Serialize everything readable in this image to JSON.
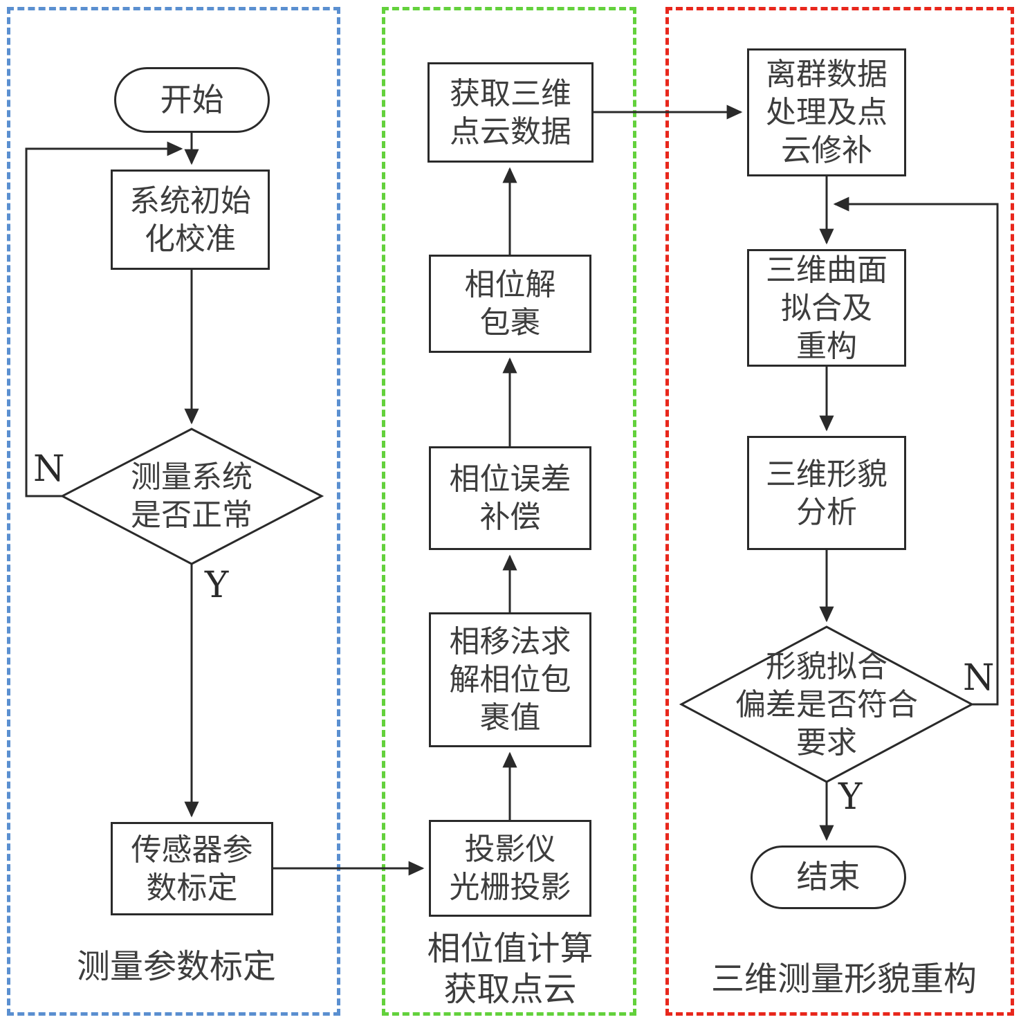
{
  "sections": {
    "calibration": {
      "label": "测量参数标定",
      "border_color": "#5a8fd0"
    },
    "phase": {
      "label_line1": "相位值计算",
      "label_line2": "获取点云",
      "border_color": "#63d13c"
    },
    "reconstruction": {
      "label": "三维测量形貌重构",
      "border_color": "#e8271c"
    }
  },
  "nodes": {
    "start": {
      "text": "开始"
    },
    "sys_init": {
      "line1": "系统初始",
      "line2": "化校准"
    },
    "measure_ok": {
      "line1": "测量系统",
      "line2": "是否正常"
    },
    "sensor_calib": {
      "line1": "传感器参",
      "line2": "数标定"
    },
    "projector": {
      "line1": "投影仪",
      "line2": "光栅投影"
    },
    "phase_shift": {
      "line1": "相移法求",
      "line2": "解相位包",
      "line3": "裹值"
    },
    "phase_error": {
      "line1": "相位误差",
      "line2": "补偿"
    },
    "phase_unwrap": {
      "line1": "相位解",
      "line2": "包裹"
    },
    "get_pointcloud": {
      "line1": "获取三维",
      "line2": "点云数据"
    },
    "outlier": {
      "line1": "离群数据",
      "line2": "处理及点",
      "line3": "云修补"
    },
    "surface_fit": {
      "line1": "三维曲面",
      "line2": "拟合及",
      "line3": "重构"
    },
    "shape_analysis": {
      "line1": "三维形貌",
      "line2": "分析"
    },
    "fit_ok": {
      "line1": "形貌拟合",
      "line2": "偏差是否符合",
      "line3": "要求"
    },
    "end": {
      "text": "结束"
    }
  },
  "branch_labels": {
    "measure_no": "N",
    "measure_yes": "Y",
    "fit_no": "N",
    "fit_yes": "Y"
  }
}
